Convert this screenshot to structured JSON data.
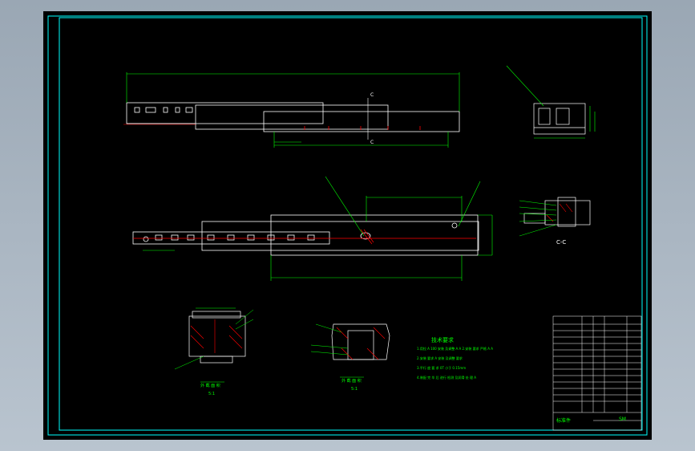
{
  "colors": {
    "viewport_bg": "#abb7c3",
    "sheet_bg": "#000000",
    "frame": "#00ffff",
    "outline": "#ffffff",
    "dimension": "#00ff00",
    "centerline": "#ff0000",
    "hatch": "#ff0000",
    "text": "#00ff00"
  },
  "drawing": {
    "section_marker": "C",
    "section_title": "C-C",
    "detail_a_caption": "外 截 面 积",
    "detail_a_scale": "5:1",
    "detail_b_caption": "外 截 面 积",
    "detail_b_scale": "5:1",
    "tech_req_title": "技术要求",
    "tech_req_lines": [
      "1.用拉 A  100 安装 及调整 A A  2.安装 要求 严格 A A",
      "2.安装 要求 A  安装 及调整  要求",
      "3.平行 度 要 求 0T  小于  0.15mm",
      "4.装配 完 毕 后 进行  检测 及润滑 处 理 A"
    ],
    "title_block_name": "标准件",
    "title_block_code": "SM"
  }
}
